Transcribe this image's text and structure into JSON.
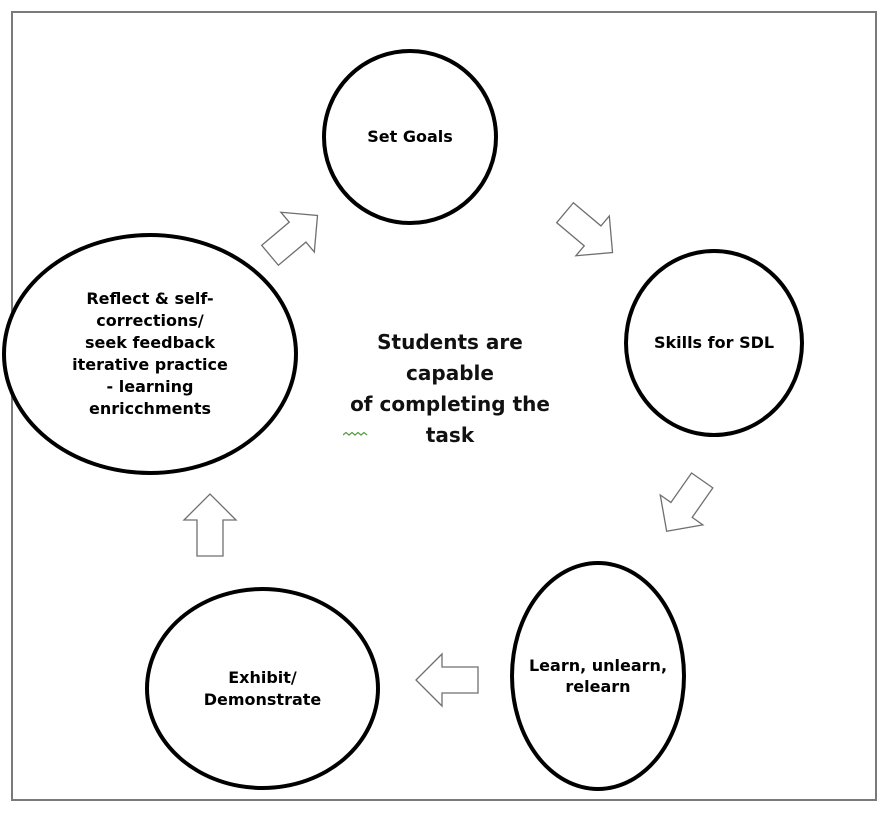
{
  "diagram": {
    "center_text": "Students are\ncapable\nof completing the\ntask",
    "nodes": [
      {
        "id": "set-goals",
        "label": "Set Goals"
      },
      {
        "id": "skills-for-sdl",
        "label": "Skills for SDL"
      },
      {
        "id": "learn-unlearn-relearn",
        "label": "Learn, unlearn,\nrelearn"
      },
      {
        "id": "exhibit-demonstrate",
        "label": "Exhibit/\nDemonstrate"
      },
      {
        "id": "reflect",
        "label": "Reflect & self-\ncorrections/\nseek feedback\niterative practice\n- learning\nenricchments"
      }
    ],
    "cycle_order": [
      "set-goals",
      "skills-for-sdl",
      "learn-unlearn-relearn",
      "exhibit-demonstrate",
      "reflect",
      "set-goals"
    ]
  }
}
